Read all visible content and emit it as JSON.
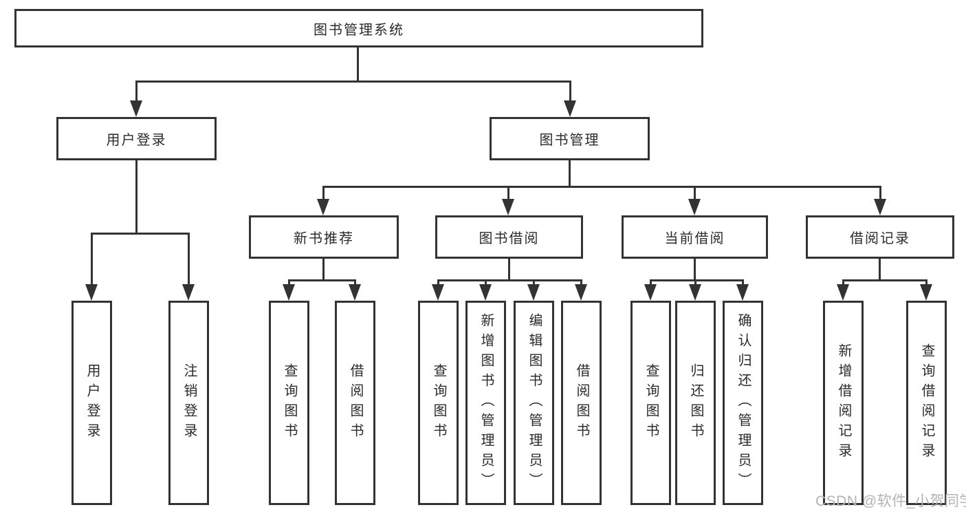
{
  "diagram": {
    "root": "图书管理系统",
    "branches": [
      {
        "label": "用户登录",
        "leaves": [
          "用户登录",
          "注销登录"
        ]
      },
      {
        "label": "图书管理",
        "groups": [
          {
            "label": "新书推荐",
            "leaves": [
              "查询图书",
              "借阅图书"
            ]
          },
          {
            "label": "图书借阅",
            "leaves": [
              "查询图书",
              "新增图书（管理员）",
              "编辑图书（管理员）",
              "借阅图书"
            ]
          },
          {
            "label": "当前借阅",
            "leaves": [
              "查询图书",
              "归还图书",
              "确认归还（管理员）"
            ]
          },
          {
            "label": "借阅记录",
            "leaves": [
              "新增借阅记录",
              "查询借阅记录"
            ]
          }
        ]
      }
    ]
  },
  "watermark": "CSDN @软件_小贺同学",
  "colors": {
    "line": "#333333",
    "text": "#2b2b2b",
    "watermark": "#b3b3b3"
  }
}
